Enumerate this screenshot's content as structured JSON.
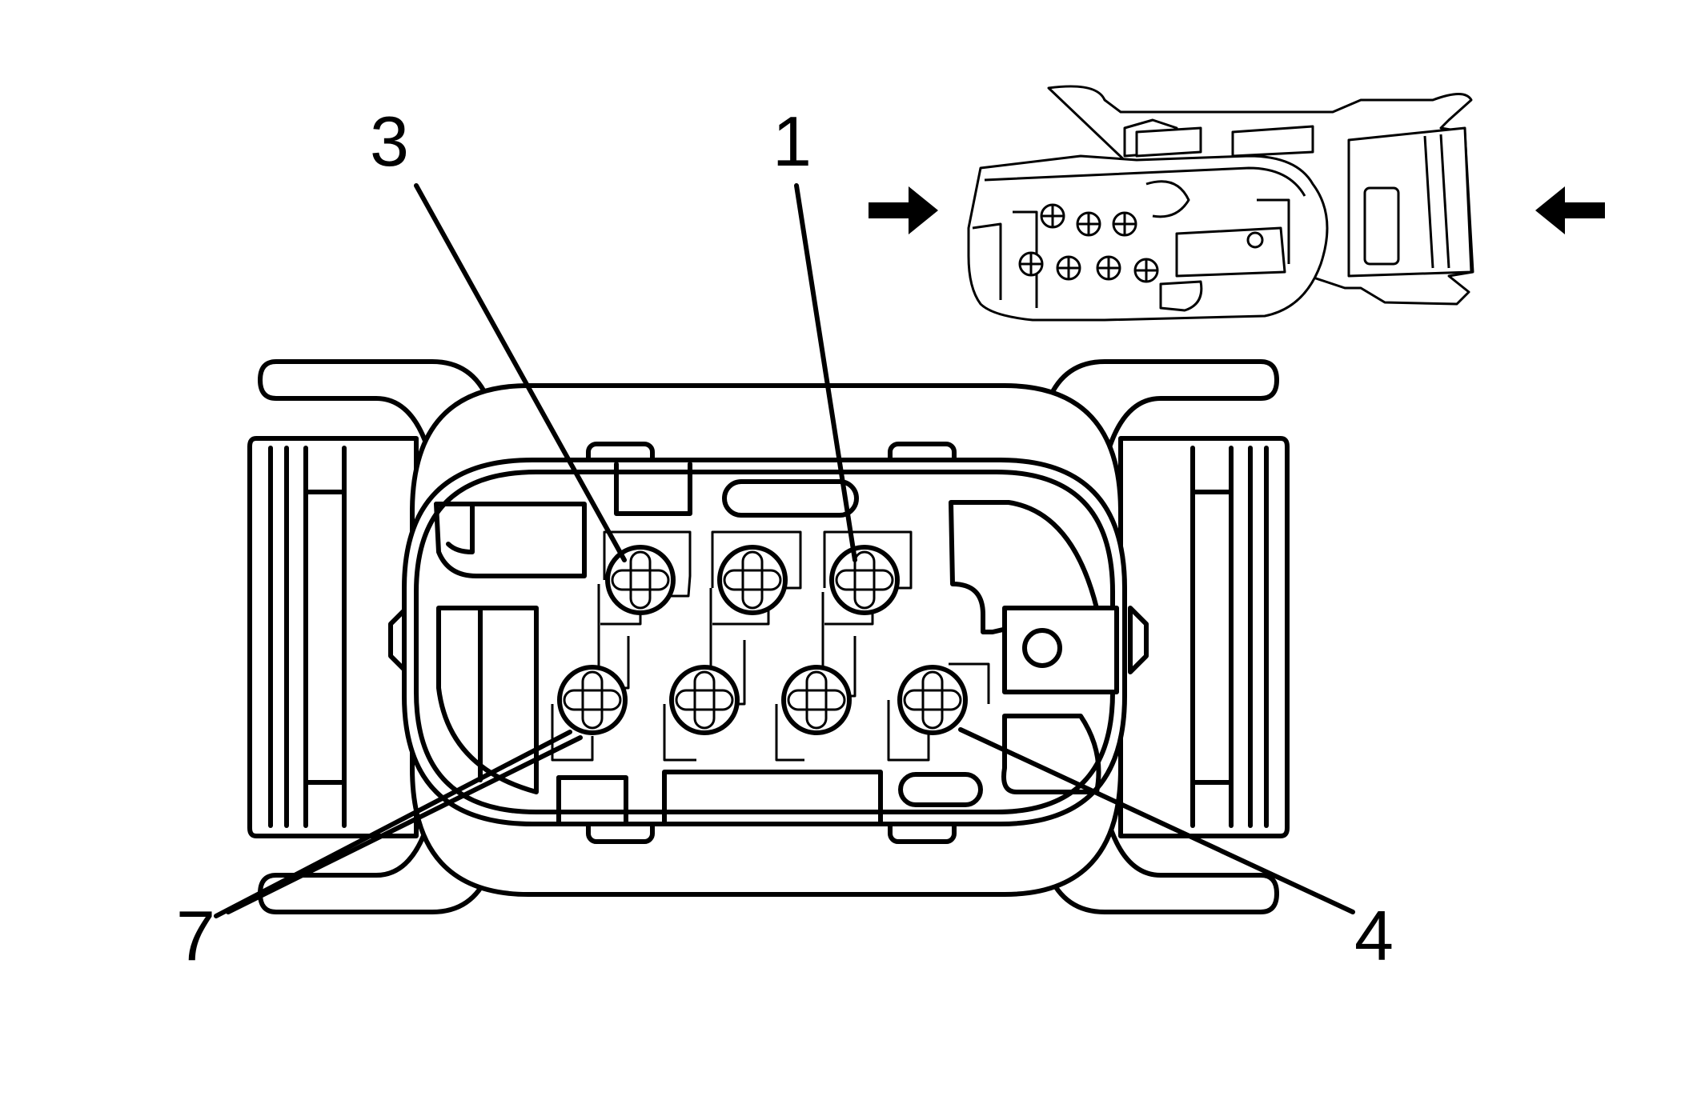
{
  "pin_labels": {
    "pin_3": "3",
    "pin_1": "1",
    "pin_7": "7",
    "pin_4": "4"
  },
  "colors": {
    "ink": "#000000",
    "background": "#ffffff"
  },
  "icons": [
    "insertion-arrow-icon",
    "connector-iso-view",
    "terminal-cavity-icon"
  ]
}
